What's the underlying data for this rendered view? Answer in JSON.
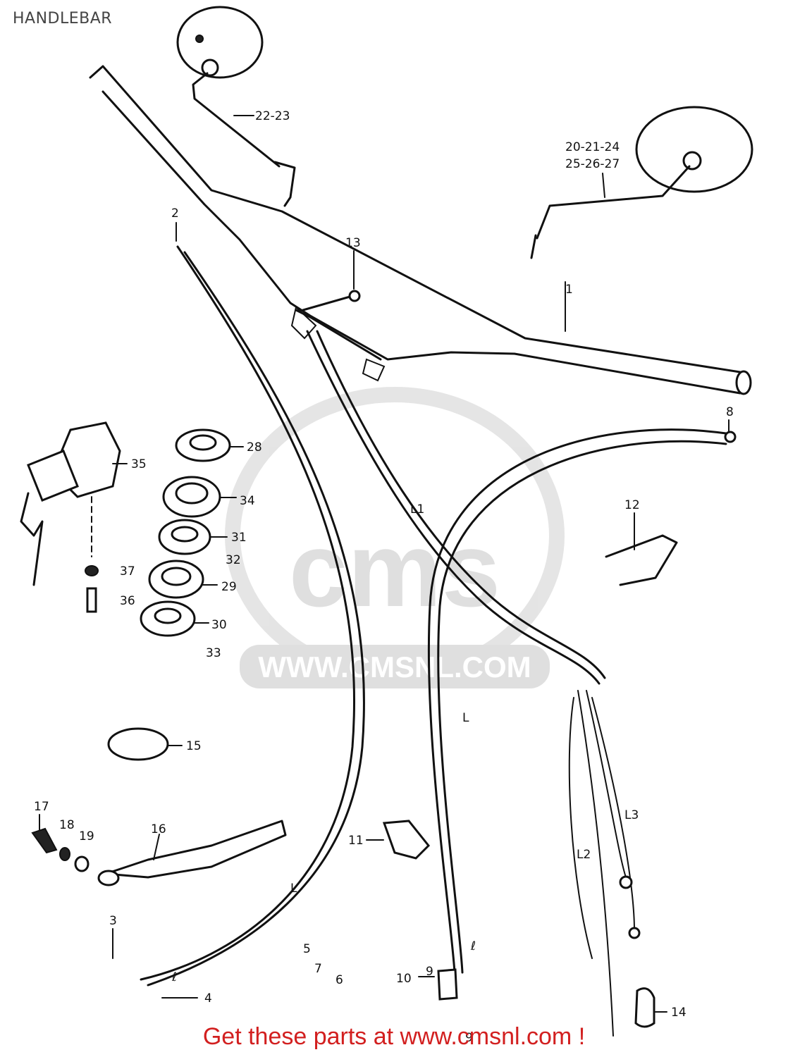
{
  "page": {
    "title": "HANDLEBAR",
    "footer": "Get these parts at www.cmsnl.com !"
  },
  "watermark": {
    "brand": "cms",
    "url": "WWW.CMSNL.COM"
  },
  "colors": {
    "line": "#111111",
    "footer_text": "#d21f1f",
    "watermark": "#d9d9d9"
  },
  "callouts": [
    {
      "id": "c1",
      "text": "1"
    },
    {
      "id": "c2",
      "text": "2"
    },
    {
      "id": "c3",
      "text": "3"
    },
    {
      "id": "c4",
      "text": "4"
    },
    {
      "id": "c5",
      "text": "5"
    },
    {
      "id": "c6",
      "text": "6"
    },
    {
      "id": "c7",
      "text": "7"
    },
    {
      "id": "c8",
      "text": "8"
    },
    {
      "id": "c9",
      "text": "9"
    },
    {
      "id": "c9b",
      "text": "9"
    },
    {
      "id": "c10",
      "text": "10"
    },
    {
      "id": "c11",
      "text": "11"
    },
    {
      "id": "c12",
      "text": "12"
    },
    {
      "id": "c13",
      "text": "13"
    },
    {
      "id": "c14",
      "text": "14"
    },
    {
      "id": "c15",
      "text": "15"
    },
    {
      "id": "c16",
      "text": "16"
    },
    {
      "id": "c17",
      "text": "17"
    },
    {
      "id": "c18",
      "text": "18"
    },
    {
      "id": "c19",
      "text": "19"
    },
    {
      "id": "c22",
      "text": "22-23"
    },
    {
      "id": "c20a",
      "text": "20-21-24"
    },
    {
      "id": "c20b",
      "text": "25-26-27"
    },
    {
      "id": "c28",
      "text": "28"
    },
    {
      "id": "c29",
      "text": "29"
    },
    {
      "id": "c30",
      "text": "30"
    },
    {
      "id": "c31",
      "text": "31"
    },
    {
      "id": "c32",
      "text": "32"
    },
    {
      "id": "c33",
      "text": "33"
    },
    {
      "id": "c34",
      "text": "34"
    },
    {
      "id": "c35",
      "text": "35"
    },
    {
      "id": "c36",
      "text": "36"
    },
    {
      "id": "c37",
      "text": "37"
    },
    {
      "id": "cL",
      "text": "L"
    },
    {
      "id": "cL1",
      "text": "L1"
    },
    {
      "id": "cL2",
      "text": "L2"
    },
    {
      "id": "cL3",
      "text": "L3"
    },
    {
      "id": "cLb",
      "text": "L"
    },
    {
      "id": "cl",
      "text": "ℓ"
    },
    {
      "id": "cl2",
      "text": "ℓ"
    }
  ]
}
